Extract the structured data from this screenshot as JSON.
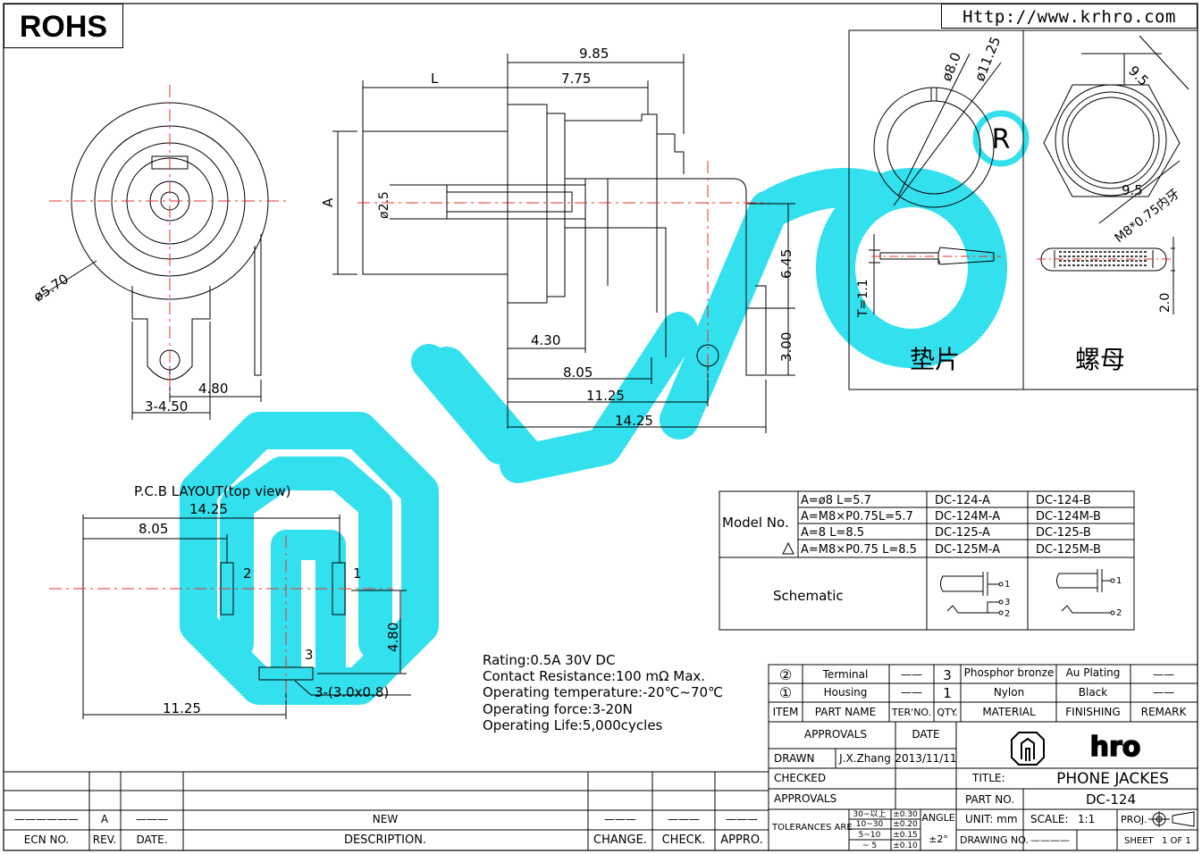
{
  "header": {
    "rohs": "ROHS",
    "url": "Http://www.krhro.com"
  },
  "front_view": {
    "dia": "ø5.70",
    "d480": "4.80",
    "d450": "3-4.50"
  },
  "side_view": {
    "d985": "9.85",
    "d775": "7.75",
    "L": "L",
    "A": "A",
    "d25": "ø2.5",
    "d645": "6.45",
    "d300": "3.00",
    "d430": "4.30",
    "d805": "8.05",
    "d1125": "11.25",
    "d1425": "14.25"
  },
  "parts_box": {
    "washer_d1": "ø8.0",
    "washer_d2": "ø11.25",
    "washer_t": "T=1.1",
    "washer_label": "垫片",
    "nut_95a": "9.5",
    "nut_95b": "9.5",
    "nut_thread": "M8*0.75内牙",
    "nut_20": "2.0",
    "nut_label": "螺母"
  },
  "pcb": {
    "title": "P.C.B LAYOUT(top view)",
    "d1425": "14.25",
    "d805": "8.05",
    "d480": "4.80",
    "d1125": "11.25",
    "pad1": "1",
    "pad2": "2",
    "pad3": "3",
    "pad_size": "3-(3.0x0.8)"
  },
  "specs": [
    "Rating:0.5A  30V  DC",
    "Contact  Resistance:100  mΩ  Max.",
    "Operating  temperature:-20℃~70℃",
    "Operating  force:3-20N",
    "Operating  Life:5,000cycles"
  ],
  "model_table": {
    "label": "Model  No.",
    "rows": [
      {
        "spec": "A=ø8  L=5.7",
        "a": "DC-124-A",
        "b": "DC-124-B"
      },
      {
        "spec": "A=M8×P0.75L=5.7",
        "a": "DC-124M-A",
        "b": "DC-124M-B"
      },
      {
        "spec": "A=8  L=8.5",
        "a": "DC-125-A",
        "b": "DC-125-B"
      },
      {
        "spec": "A=M8×P0.75  L=8.5",
        "a": "DC-125M-A",
        "b": "DC-125M-B"
      }
    ],
    "schematic_label": "Schematic",
    "sch_a_pins": [
      "1",
      "3",
      "2"
    ],
    "sch_b_pins": [
      "1",
      "2"
    ]
  },
  "bom": {
    "rows": [
      {
        "item": "②",
        "name": "Terminal",
        "ter": "——",
        "qty": "3",
        "material": "Phosphor  bronze",
        "finish": "Au  Plating",
        "remark": "——"
      },
      {
        "item": "①",
        "name": "Housing",
        "ter": "——",
        "qty": "1",
        "material": "Nylon",
        "finish": "Black",
        "remark": "——"
      }
    ],
    "headers": {
      "item": "ITEM",
      "name": "PART  NAME",
      "ter": "TER'NO.",
      "qty": "QTY.",
      "material": "MATERIAL",
      "finish": "FINISHING",
      "remark": "REMARK"
    }
  },
  "title_block": {
    "approvals": "APPROVALS",
    "date": "DATE",
    "drawn": "DRAWN",
    "drawn_by": "J.X.Zhang",
    "drawn_date": "2013/11/11",
    "checked": "CHECKED",
    "approvals2": "APPROVALS",
    "title_label": "TITLE:",
    "title": "PHONE  JACKES",
    "part_label": "PART  NO.",
    "part_no": "DC-124",
    "tolerances": "TOLERANCES  ARE",
    "tol_ranges": [
      "30~以上",
      "10~30",
      "5~10",
      "~  5"
    ],
    "tol_values": [
      "±0.30",
      "±0.20",
      "±0.15",
      "±0.10"
    ],
    "angle": "ANGLE",
    "angle_val": "±2°",
    "unit": "UNIT:  mm",
    "scale": "SCALE:",
    "scale_val": "1:1",
    "proj": "PROJ.",
    "drawing_no": "DRAWING  NO.",
    "drawing_no_val": "————",
    "sheet": "SHEET",
    "sheet_val": "1  OF  1",
    "logo": "hro"
  },
  "revision": {
    "ecn": "——————",
    "rev": "A",
    "date": "———",
    "desc": "NEW",
    "change": "———",
    "check": "———",
    "appro": "———",
    "h_ecn": "ECN  NO.",
    "h_rev": "REV.",
    "h_date": "DATE.",
    "h_desc": "DESCRIPTION.",
    "h_change": "CHANGE.",
    "h_check": "CHECK.",
    "h_appro": "APPRO."
  },
  "colors": {
    "watermark": "#33e0ee",
    "centerline": "#e8302c"
  }
}
